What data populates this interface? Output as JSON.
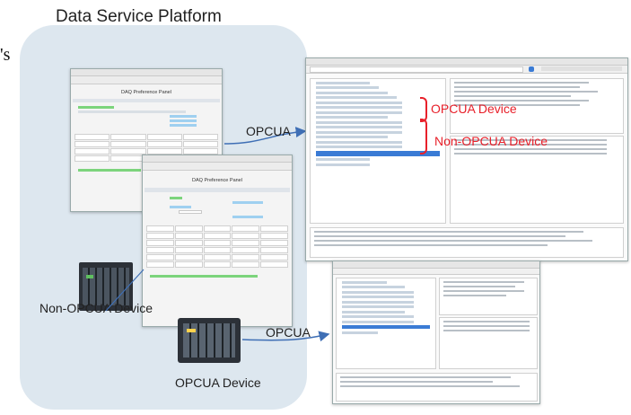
{
  "title": "Data Service Platform",
  "stray_text": "'s",
  "labels": {
    "opcua_top": "OPCUA",
    "opcua_bottom": "OPCUA",
    "non_opcua_device": "Non-OPCUA Device",
    "opcua_device": "OPCUA Device"
  },
  "panel1": {
    "heading": "DAQ Preference Panel"
  },
  "panel2": {
    "heading": "DAQ Preference Panel"
  },
  "browser": {
    "opcua_annotation": "OPCUA Device",
    "non_opcua_annotation": "Non-OPCUA Device"
  },
  "colors": {
    "platform_bg": "#dde7ef",
    "annotation": "#e8202a",
    "arrow": "#3f6fb5"
  }
}
